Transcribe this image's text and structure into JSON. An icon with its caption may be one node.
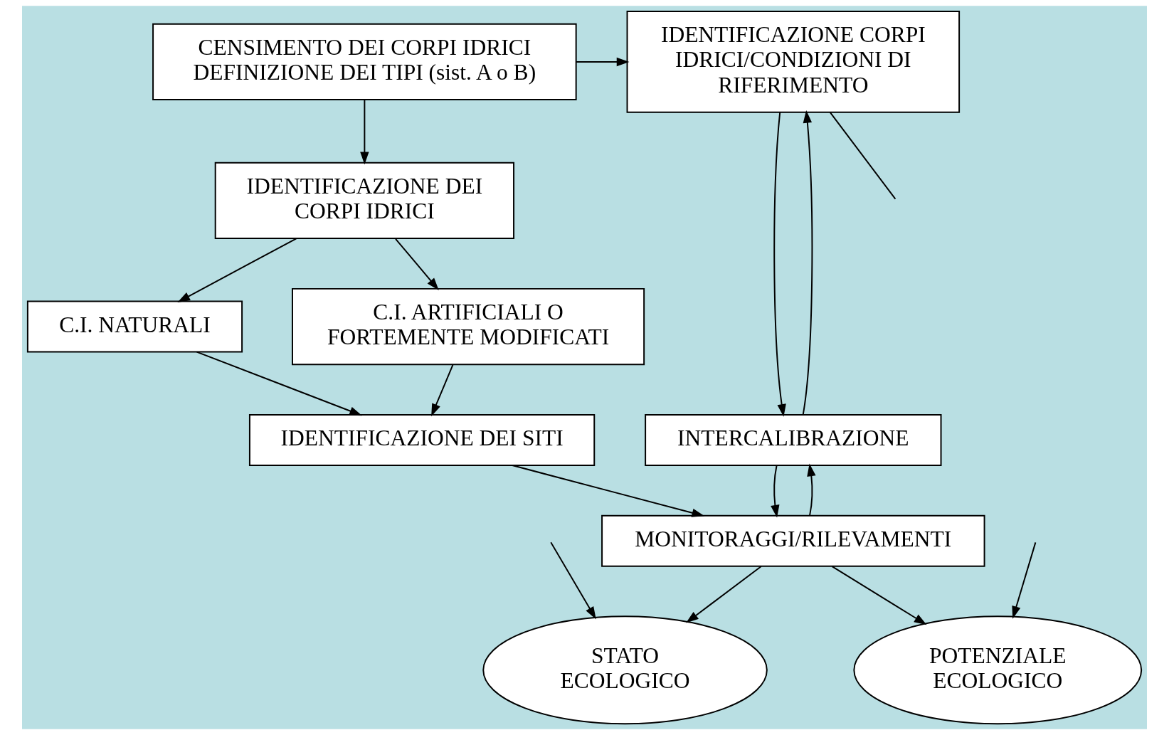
{
  "diagram": {
    "nodes": [
      {
        "text": [
          "CENSIMENTO DEI CORPI IDRICI DEFINIZIONE DEI TIPI (sist. A o B)"
        ]
      },
      {
        "text": [
          "IDENTIFICAZIONE CORPI IDRICI/CONDIZIONI DI RIFERIMENTO"
        ]
      },
      {
        "text": [
          "IDENTIFICAZIONE DEI CORPI IDRICI"
        ]
      },
      {
        "text": [
          "C.I. NATURALI"
        ]
      },
      {
        "text": [
          "C.I. ARTIFICIALI O FORTEMENTE MODIFICATI"
        ]
      },
      {
        "text": [
          "IDENTIFICAZIONE DEI SITI"
        ]
      },
      {
        "text": [
          "INTERCALIBRAZIONE"
        ]
      },
      {
        "text": [
          "MONITORAGGI/RILEVAMENTI"
        ]
      },
      {
        "text": [
          "STATO ECOLOGICO"
        ]
      },
      {
        "text": [
          "POTENZIALE ECOLOGICO"
        ]
      }
    ],
    "edges": [
      {
        "from": 0,
        "to": 1,
        "arrow": "to"
      },
      {
        "from": 0,
        "to": 2,
        "arrow": "to"
      },
      {
        "from": 2,
        "to": 3,
        "arrow": "to"
      },
      {
        "from": 2,
        "to": 4,
        "arrow": "to"
      },
      {
        "from": 3,
        "to": 5,
        "arrow": "to"
      },
      {
        "from": 4,
        "to": 5,
        "arrow": "to"
      },
      {
        "from": 5,
        "to": 7,
        "arrow": "to"
      },
      {
        "from": 7,
        "to": 6,
        "arrow": "to"
      },
      {
        "from": 6,
        "to": 1,
        "arrow": "to"
      },
      {
        "from": 1,
        "to": 6,
        "arrow": "to"
      },
      {
        "from": 6,
        "to": 7,
        "arrow": "to"
      },
      {
        "from": 7,
        "to": 8,
        "arrow": "to"
      },
      {
        "from": 7,
        "to": 9,
        "arrow": "to"
      },
      {
        "from": 1,
        "to": null,
        "arrow": "none"
      },
      {
        "from": null,
        "to": 8,
        "arrow": "to"
      },
      {
        "from": null,
        "to": 9,
        "arrow": "to"
      }
    ]
  }
}
